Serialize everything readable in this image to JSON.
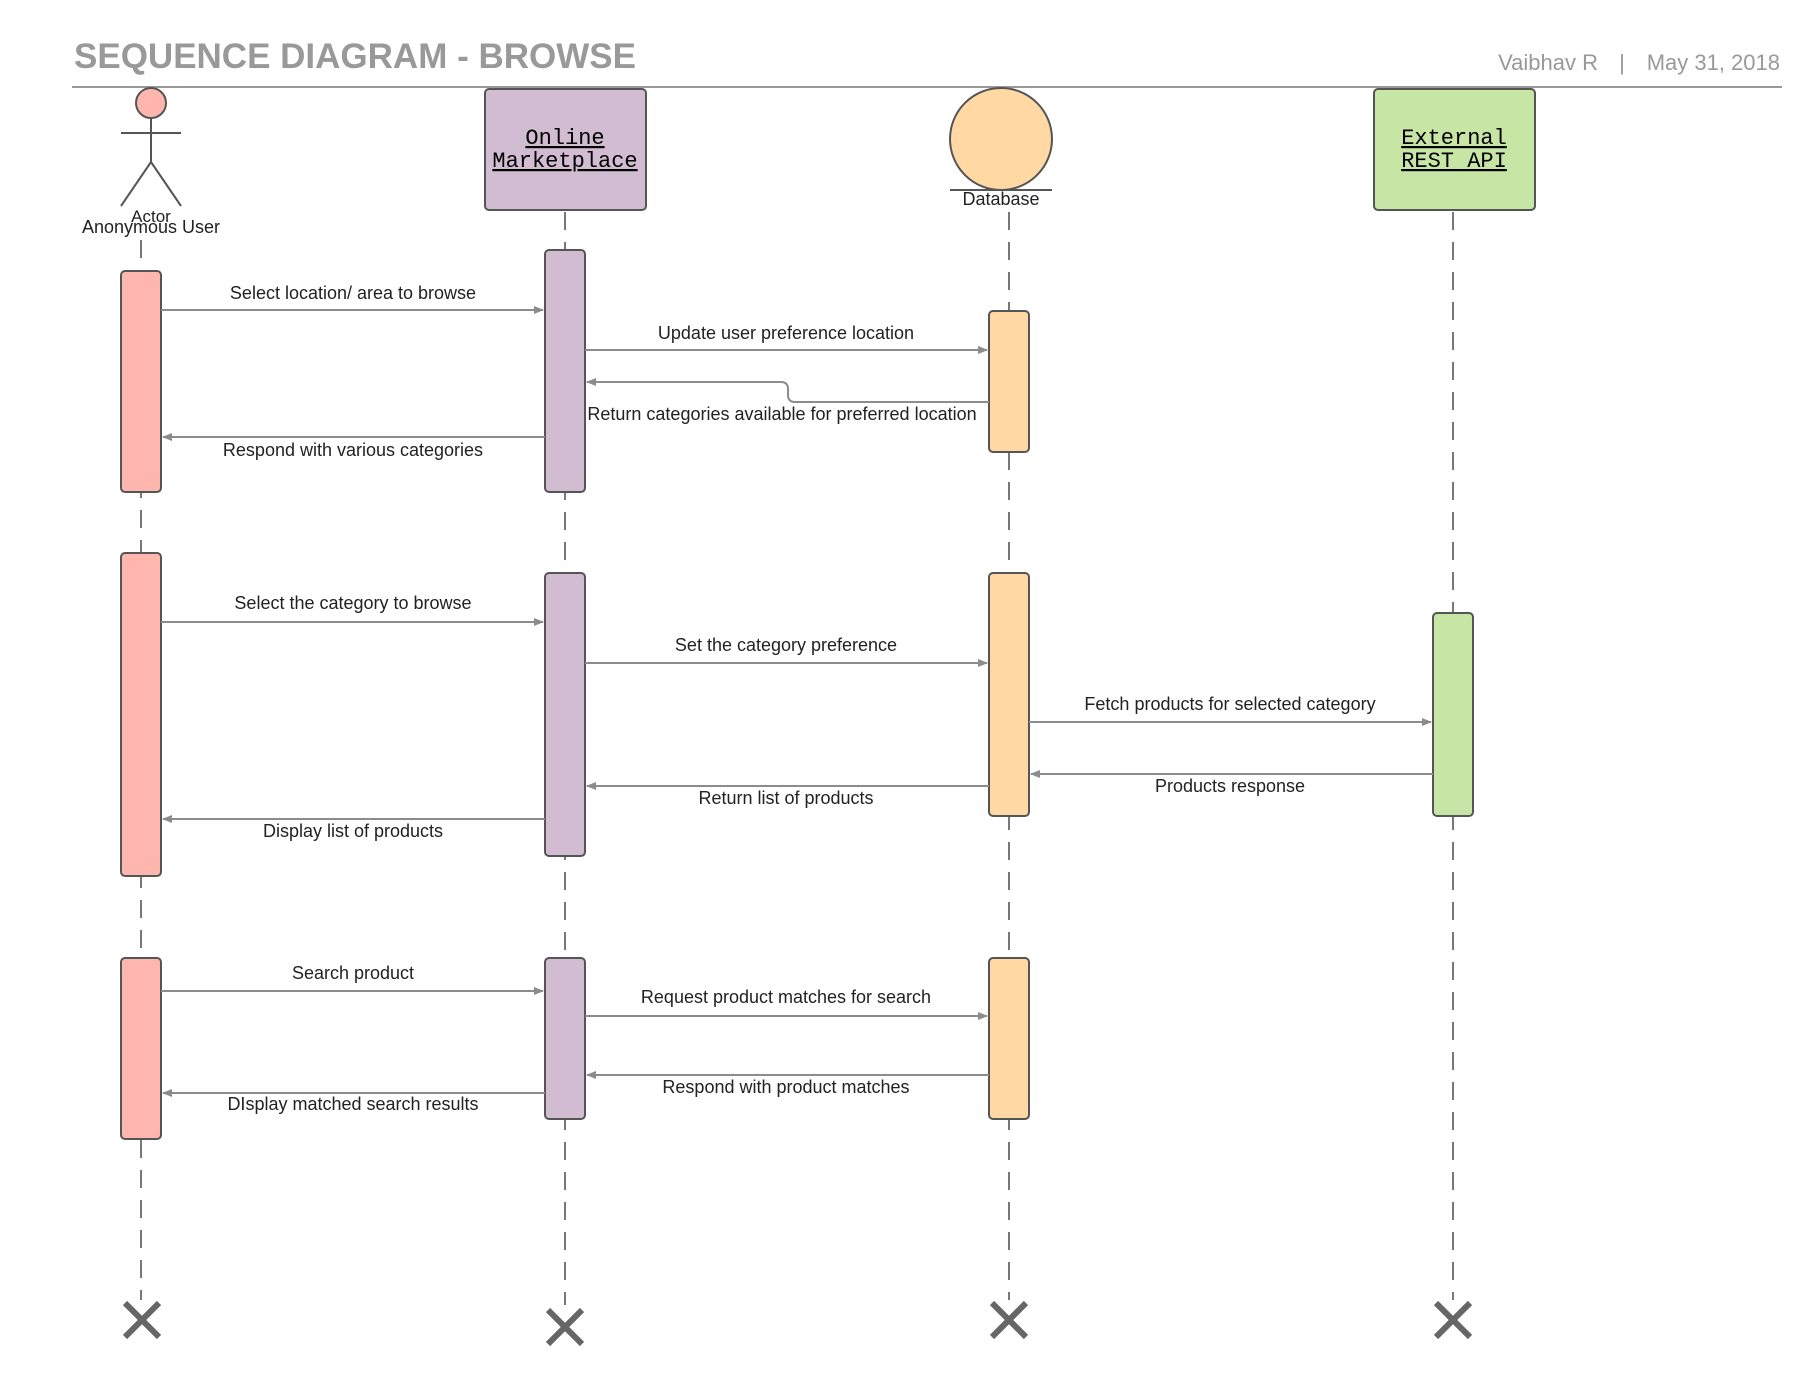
{
  "header": {
    "title": "SEQUENCE DIAGRAM - BROWSE",
    "author": "Vaibhav R",
    "separator": "|",
    "date": "May 31, 2018"
  },
  "participants": [
    {
      "id": "user",
      "kind": "actor",
      "label": "Anonymous User",
      "sublabel": "Actor",
      "color": "#ffb6ae"
    },
    {
      "id": "market",
      "kind": "box",
      "label_lines": [
        "Online",
        "Marketplace"
      ],
      "color": "#d2bcd2"
    },
    {
      "id": "db",
      "kind": "entity",
      "label": "Database",
      "color": "#ffd8a4"
    },
    {
      "id": "api",
      "kind": "box",
      "label_lines": [
        "External",
        "REST API"
      ],
      "color": "#c7e6a6"
    }
  ],
  "messages": [
    {
      "label": "Select location/ area to browse"
    },
    {
      "label": "Update user preference location"
    },
    {
      "label": "Return categories available for preferred location"
    },
    {
      "label": "Respond with various categories"
    },
    {
      "label": "Select the category to browse"
    },
    {
      "label": "Set the category preference"
    },
    {
      "label": "Fetch products for selected category"
    },
    {
      "label": "Products response"
    },
    {
      "label": "Return list of products"
    },
    {
      "label": "Display list of products"
    },
    {
      "label": "Search product"
    },
    {
      "label": "Request product matches for search"
    },
    {
      "label": "Respond with product matches"
    },
    {
      "label": "DIsplay matched search results"
    }
  ],
  "colors": {
    "title": "#999999",
    "line": "#555555",
    "arrow": "#8c8c8c",
    "text": "#222222",
    "terminator": "#666666"
  }
}
